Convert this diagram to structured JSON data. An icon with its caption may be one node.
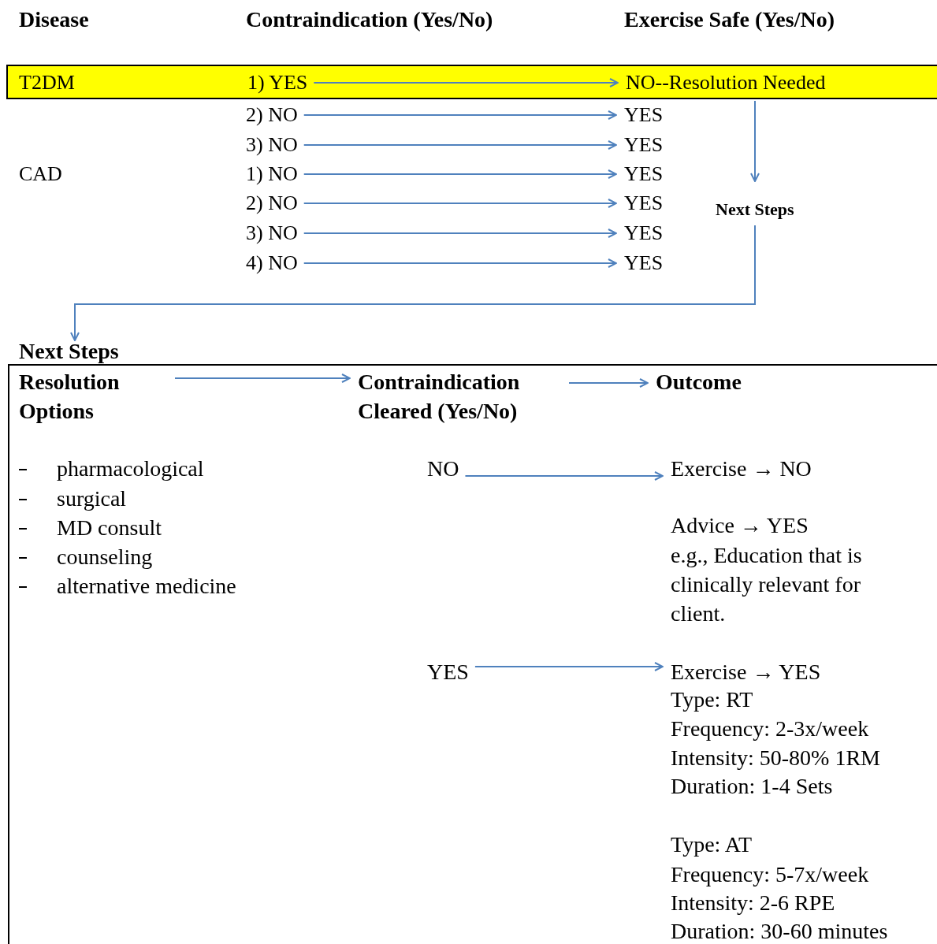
{
  "diagram": {
    "nodes": [
      {
        "text": [
          "T2DM"
        ]
      },
      {
        "text": [
          "1) YES"
        ],
        "in": 0
      },
      {
        "text": [
          "NO--Resolution Needed"
        ],
        "in": 0
      },
      {
        "text": [
          "2) NO"
        ]
      },
      {
        "text": [
          "YES"
        ]
      },
      {
        "text": [
          "3) NO"
        ]
      },
      {
        "text": [
          "YES"
        ]
      },
      {
        "text": [
          "1) NO"
        ]
      },
      {
        "text": [
          "YES"
        ]
      },
      {
        "text": [
          "2) NO"
        ]
      },
      {
        "text": [
          "YES"
        ]
      },
      {
        "text": [
          "3) NO"
        ]
      },
      {
        "text": [
          "YES"
        ]
      },
      {
        "text": [
          "4) NO"
        ]
      },
      {
        "text": [
          "YES"
        ]
      },
      {
        "text": [
          "Next Steps"
        ]
      },
      {
        "text": [
          "Next Steps"
        ]
      },
      {
        "text": [
          "Resolution Options"
        ],
        "in": 16
      },
      {
        "text": [
          "Contraindication Cleared (Yes/No)"
        ],
        "in": 16
      },
      {
        "text": [
          "Outcome"
        ],
        "in": 16
      },
      {
        "text": [
          "NO"
        ],
        "in": 16
      },
      {
        "text": [
          "Exercise → NO"
        ],
        "in": 16
      },
      {
        "text": [
          "YES"
        ],
        "in": 16
      },
      {
        "text": [
          "Exercise → YES"
        ],
        "in": 16
      }
    ],
    "edges": [
      {
        "from": 1,
        "to": 2,
        "arrow": "to"
      },
      {
        "from": 3,
        "to": 4,
        "arrow": "to"
      },
      {
        "from": 5,
        "to": 6,
        "arrow": "to"
      },
      {
        "from": 7,
        "to": 8,
        "arrow": "to"
      },
      {
        "from": 9,
        "to": 10,
        "arrow": "to"
      },
      {
        "from": 11,
        "to": 12,
        "arrow": "to"
      },
      {
        "from": 13,
        "to": 14,
        "arrow": "to"
      },
      {
        "from": 2,
        "to": 15,
        "arrow": "to"
      },
      {
        "from": 15,
        "to": 16,
        "arrow": "to"
      },
      {
        "from": 17,
        "to": 18,
        "arrow": "to"
      },
      {
        "from": 18,
        "to": 19,
        "arrow": "to"
      },
      {
        "from": 20,
        "to": 21,
        "arrow": "to"
      },
      {
        "from": 22,
        "to": 23,
        "arrow": "to"
      }
    ],
    "labels": [
      "Disease",
      "Contraindication (Yes/No)",
      "Exercise Safe (Yes/No)",
      "CAD",
      "pharmacological",
      "surgical",
      "MD consult",
      "counseling",
      "alternative medicine",
      "Advice → YES",
      "e.g., Education that is clinically relevant for client.",
      "Type: RT",
      "Frequency: 2-3x/week",
      "Intensity:  50-80% 1RM",
      "Duration: 1-4 Sets",
      "Type: AT",
      "Frequency: 5-7x/week",
      "Intensity: 2-6 RPE",
      "Duration: 30-60 minutes"
    ]
  }
}
